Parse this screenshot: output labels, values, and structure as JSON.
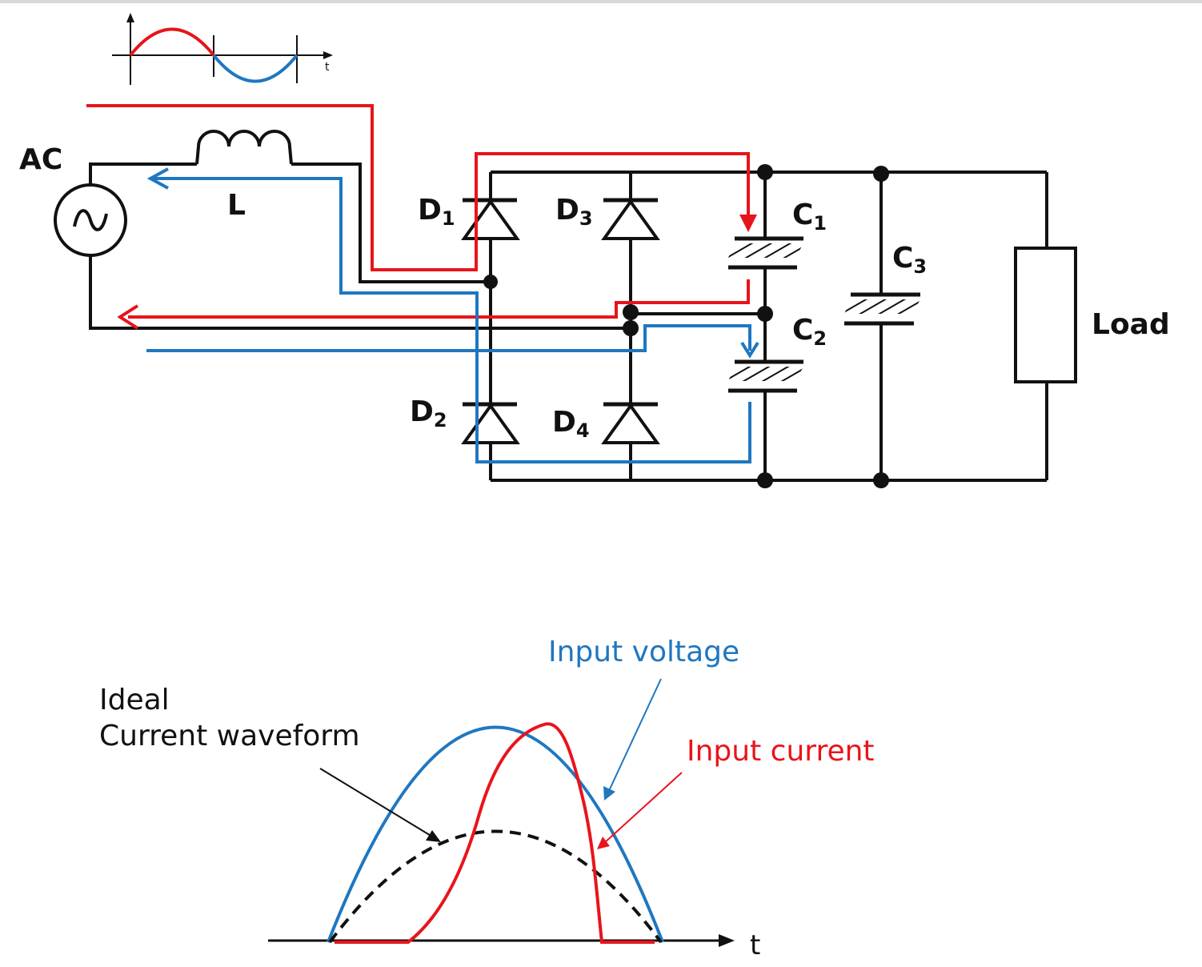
{
  "colors": {
    "positive_half": "#e8141b",
    "negative_half": "#1f77c0",
    "wire": "#111111",
    "input_voltage": "#1f77c0",
    "input_current": "#e8141b",
    "ideal_current": "#111111"
  },
  "circuit": {
    "source_label": "AC",
    "source_symbol": "~",
    "inductor_label": "L",
    "diodes": [
      {
        "base": "D",
        "sub": "1"
      },
      {
        "base": "D",
        "sub": "3"
      },
      {
        "base": "D",
        "sub": "2"
      },
      {
        "base": "D",
        "sub": "4"
      }
    ],
    "capacitors": [
      {
        "base": "C",
        "sub": "1"
      },
      {
        "base": "C",
        "sub": "2"
      },
      {
        "base": "C",
        "sub": "3"
      }
    ],
    "load_label": "Load",
    "mini_wave_axis_label": "t"
  },
  "waveform": {
    "voltage_label": "Input voltage",
    "current_label": "Input current",
    "ideal_label_line1": "Ideal",
    "ideal_label_line2": "Current waveform",
    "axis_label": "t"
  }
}
